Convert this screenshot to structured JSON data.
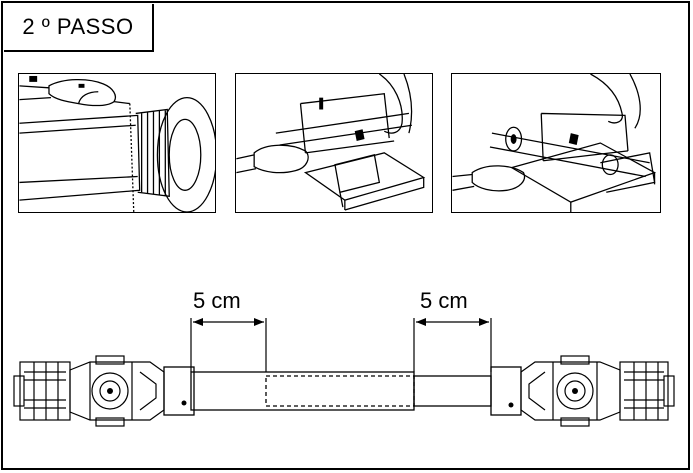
{
  "step": {
    "label": "2 º PASSO"
  },
  "diagram": {
    "dimensions": [
      {
        "label": "5 cm"
      },
      {
        "label": "5 cm"
      }
    ],
    "colors": {
      "line": "#000000",
      "background": "#ffffff",
      "hatch": "#666666"
    },
    "illustrations": [
      {
        "name": "measuring-tube-illustration"
      },
      {
        "name": "sawing-tube-vise-illustration"
      },
      {
        "name": "sawing-shaft-vise-illustration"
      }
    ]
  }
}
